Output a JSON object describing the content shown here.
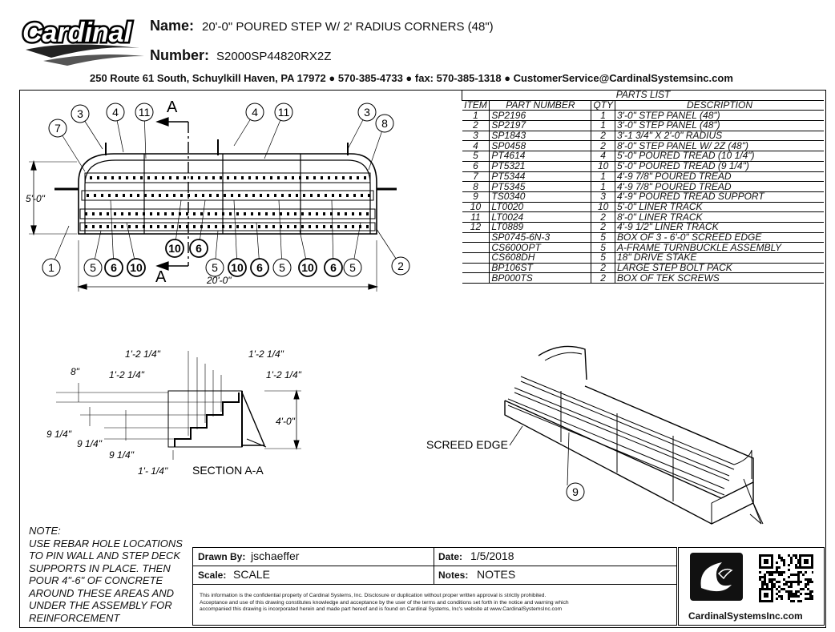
{
  "header": {
    "logo_text": "Cardinal",
    "name_label": "Name:",
    "name_value": "20'-0\" POURED STEP W/ 2' RADIUS CORNERS (48\")",
    "number_label": "Number:",
    "number_value": "S2000SP44820RX2Z",
    "address_line": "250 Route 61 South, Schuylkill Haven, PA 17972 ● 570-385-4733 ● fax: 570-385-1318 ● CustomerService@CardinalSystemsinc.com"
  },
  "parts_list": {
    "title": "PARTS LIST",
    "columns": [
      "ITEM",
      "PART NUMBER",
      "QTY",
      "DESCRIPTION"
    ],
    "rows": [
      [
        "1",
        "SP2196",
        "1",
        "3'-0\" STEP PANEL (48\")"
      ],
      [
        "2",
        "SP2197",
        "1",
        "3'-0\" STEP PANEL (48\")"
      ],
      [
        "3",
        "SP1843",
        "2",
        "3'-1 3/4\" X 2'-0\" RADIUS"
      ],
      [
        "4",
        "SP0458",
        "2",
        "8'-0\" STEP  PANEL W/ 2Z (48\")"
      ],
      [
        "5",
        "PT4614",
        "4",
        "5'-0\" POURED TREAD (10 1/4\")"
      ],
      [
        "6",
        "PT5321",
        "10",
        "5'-0\" POURED TREAD (9 1/4\")"
      ],
      [
        "7",
        "PT5344",
        "1",
        "4'-9 7/8\" POURED TREAD"
      ],
      [
        "8",
        "PT5345",
        "1",
        "4'-9 7/8\" POURED TREAD"
      ],
      [
        "9",
        "TS0340",
        "3",
        "4'-9\" POURED TREAD SUPPORT"
      ],
      [
        "10",
        "LT0020",
        "10",
        "5'-0\" LINER TRACK"
      ],
      [
        "11",
        "LT0024",
        "2",
        "8'-0\" LINER TRACK"
      ],
      [
        "12",
        "LT0889",
        "2",
        "4'-9 1/2\" LINER TRACK"
      ],
      [
        "",
        "SP0745-6N-3",
        "5",
        "BOX OF 3 - 6'-0\" SCREED EDGE"
      ],
      [
        "",
        "CS600OPT",
        "5",
        "A-FRAME TURNBUCKLE ASSEMBLY"
      ],
      [
        "",
        "CS608DH",
        "5",
        "18\" DRIVE STAKE"
      ],
      [
        "",
        "BP106ST",
        "2",
        "LARGE STEP BOLT PACK"
      ],
      [
        "",
        "BP000TS",
        "2",
        "BOX OF TEK SCREWS"
      ]
    ]
  },
  "plan_view": {
    "section_letter": "A",
    "dim_width": "5'-0\"",
    "dim_length": "20'-0\"",
    "callouts_top": [
      "7",
      "3",
      "4",
      "11",
      "4",
      "11",
      "3",
      "8"
    ],
    "callouts_bottom": [
      "1",
      "5",
      "6",
      "10",
      "10",
      "6",
      "5",
      "10",
      "6",
      "5",
      "10",
      "6",
      "5",
      "2"
    ]
  },
  "section_view": {
    "title": "SECTION A-A",
    "dims": {
      "d1": "1'-2 1/4\"",
      "d2": "1'-2 1/4\"",
      "d3": "1'-2 1/4\"",
      "d4": "1'-2 1/4\"",
      "rise": "8\"",
      "r1": "9 1/4\"",
      "r2": "9 1/4\"",
      "r3": "9 1/4\"",
      "bottom": "1'- 1/4\"",
      "height": "4'-0\""
    }
  },
  "iso_view": {
    "screed_label": "SCREED EDGE",
    "callout": "9"
  },
  "note": {
    "heading": "NOTE:",
    "lines": [
      "USE REBAR HOLE LOCATIONS",
      "TO PIN WALL AND STEP DECK",
      "SUPPORTS IN PLACE. THEN",
      "POUR 4\"-6\" OF CONCRETE",
      "AROUND THESE AREAS AND",
      "UNDER THE ASSEMBLY FOR",
      "REINFORCEMENT"
    ]
  },
  "title_block": {
    "drawn_by_label": "Drawn By:",
    "drawn_by_value": "jschaeffer",
    "date_label": "Date:",
    "date_value": "1/5/2018",
    "scale_label": "Scale:",
    "scale_value": "SCALE",
    "notes_label": "Notes:",
    "notes_value": "NOTES",
    "legal_1": "This information is the confidential property of Cardinal Systems, Inc. Disclosure or duplication without proper written approval is strictly prohibited.",
    "legal_2": "Acceptance and use of this drawing constitutes knowledge and acceptance by the user of the terms and conditions set forth in the notice and warning which",
    "legal_3": "accompanied this drawing is incorporated herein and made part hereof and is found on Cardinal Systems, Inc's website at www.CardinalSystemsInc.com",
    "website": "CardinalSystemsInc.com"
  }
}
